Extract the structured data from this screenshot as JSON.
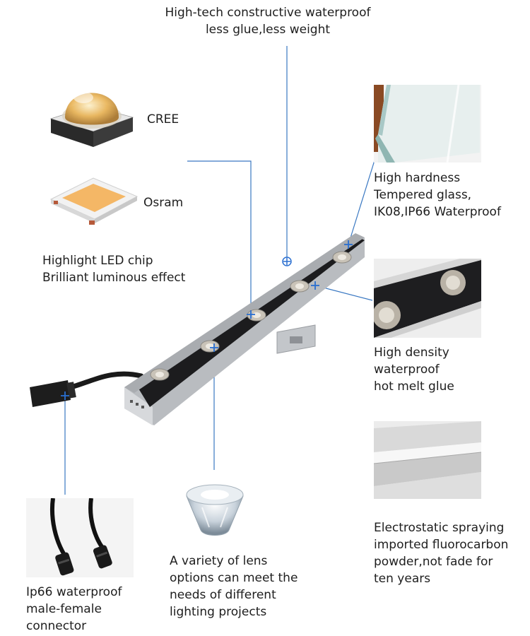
{
  "header": {
    "lines": [
      "High-tech constructive waterproof",
      "less glue,less weight"
    ]
  },
  "chips": {
    "cree_label": "CREE",
    "osram_label": "Osram",
    "caption_lines": [
      "Highlight LED chip",
      "Brilliant luminous effect"
    ]
  },
  "glass": {
    "lines": [
      "High hardness",
      "Tempered glass,",
      "IK08,IP66 Waterproof"
    ]
  },
  "glue": {
    "lines": [
      "High density",
      "waterproof",
      "hot melt glue"
    ]
  },
  "spray": {
    "lines": [
      "Electrostatic spraying",
      "imported fluorocarbon",
      "powder,not fade for",
      "ten years"
    ]
  },
  "lens": {
    "lines": [
      "A variety of lens",
      "options can meet the",
      "needs of different",
      "lighting projects"
    ]
  },
  "connector": {
    "lines": [
      "Ip66 waterproof",
      "male-female",
      "connector"
    ]
  },
  "colors": {
    "callout_line": "#3a78c2",
    "marker": "#2a6fd0",
    "fixture_body": "#1c1c1e",
    "housing": "#b9bcc0",
    "led_chip": "#f4b766"
  },
  "icons": [
    "crosshair-marker-icon",
    "cree-led-chip-icon",
    "osram-led-chip-icon",
    "lens-icon",
    "connector-icon"
  ]
}
